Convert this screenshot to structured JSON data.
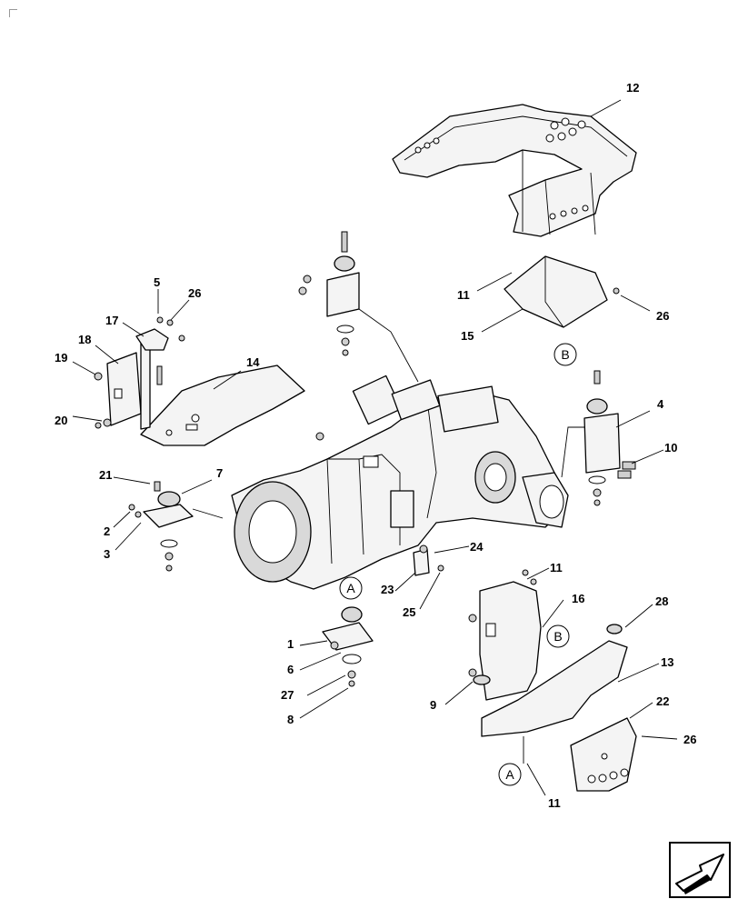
{
  "diagram": {
    "callouts": [
      {
        "id": "c12",
        "text": "12"
      },
      {
        "id": "c5",
        "text": "5"
      },
      {
        "id": "c26a",
        "text": "26"
      },
      {
        "id": "c17",
        "text": "17"
      },
      {
        "id": "c18",
        "text": "18"
      },
      {
        "id": "c19",
        "text": "19"
      },
      {
        "id": "c20",
        "text": "20"
      },
      {
        "id": "c14",
        "text": "14"
      },
      {
        "id": "c11a",
        "text": "11"
      },
      {
        "id": "c26b",
        "text": "26"
      },
      {
        "id": "c15",
        "text": "15"
      },
      {
        "id": "c4",
        "text": "4"
      },
      {
        "id": "c10",
        "text": "10"
      },
      {
        "id": "c21",
        "text": "21"
      },
      {
        "id": "c7",
        "text": "7"
      },
      {
        "id": "c2",
        "text": "2"
      },
      {
        "id": "c3",
        "text": "3"
      },
      {
        "id": "c24",
        "text": "24"
      },
      {
        "id": "c23",
        "text": "23"
      },
      {
        "id": "c25",
        "text": "25"
      },
      {
        "id": "c11b",
        "text": "11"
      },
      {
        "id": "c16",
        "text": "16"
      },
      {
        "id": "c28",
        "text": "28"
      },
      {
        "id": "c1",
        "text": "1"
      },
      {
        "id": "c13",
        "text": "13"
      },
      {
        "id": "c6",
        "text": "6"
      },
      {
        "id": "c27",
        "text": "27"
      },
      {
        "id": "c9",
        "text": "9"
      },
      {
        "id": "c22",
        "text": "22"
      },
      {
        "id": "c8",
        "text": "8"
      },
      {
        "id": "c26c",
        "text": "26"
      },
      {
        "id": "c11c",
        "text": "11"
      }
    ],
    "reference_markers": [
      {
        "id": "refB1",
        "text": "B"
      },
      {
        "id": "refA1",
        "text": "A"
      },
      {
        "id": "refB2",
        "text": "B"
      },
      {
        "id": "refA2",
        "text": "A"
      }
    ]
  },
  "navigation": {
    "icon": "back-arrow-icon"
  }
}
